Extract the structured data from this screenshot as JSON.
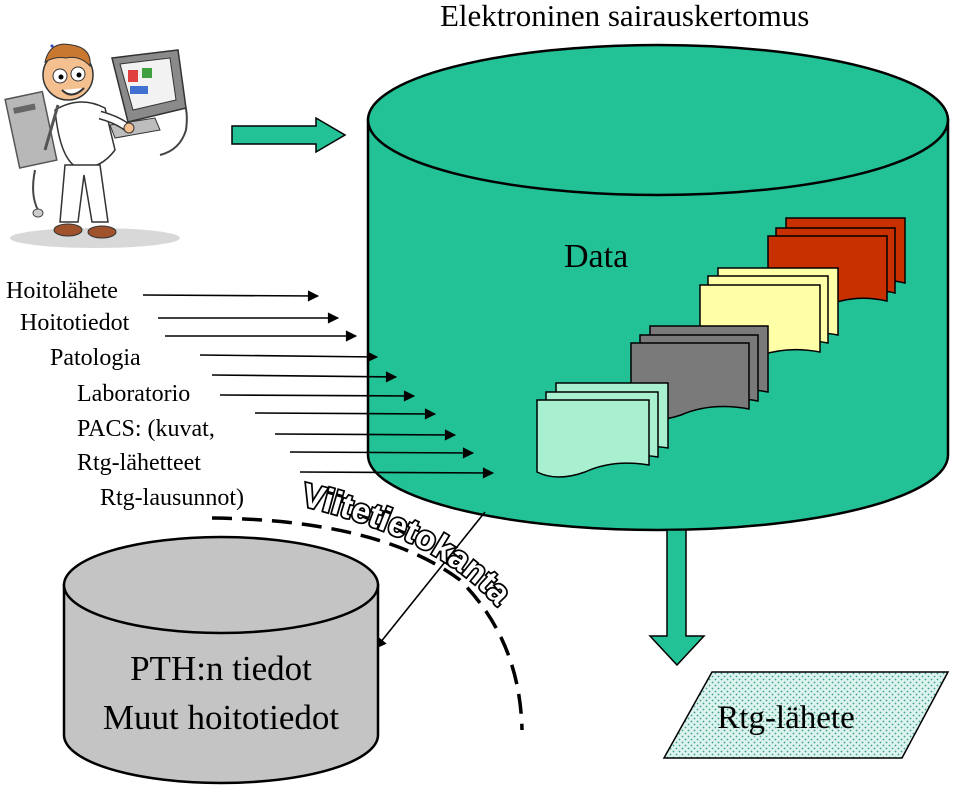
{
  "title": "Elektroninen sairauskertomus",
  "main_database": {
    "label": "Data",
    "color": "#22c196"
  },
  "input_sources": [
    "Hoitolähete",
    "Hoitotiedot",
    "Patologia",
    "Laboratorio",
    "PACS: (kuvat,",
    "Rtg-lähetteet",
    "Rtg-lausunnot)"
  ],
  "reference_db": {
    "label": "Viitetietokanta"
  },
  "archive_db": {
    "line1": "PTH:n tiedot",
    "line2": "Muut hoitotiedot",
    "color": "#c4c4c4"
  },
  "output": {
    "label": "Rtg-lähete",
    "color": "#bfe8e0"
  },
  "document_stacks": [
    {
      "color": "#e0ffe8",
      "front": "#a8f0d0"
    },
    {
      "color": "#7a7a7a",
      "front": "#7a7a7a"
    },
    {
      "color": "#ffffc0",
      "front": "#ffffa8"
    },
    {
      "color": "#d03000",
      "front": "#c83000"
    }
  ],
  "icons": {
    "user": "computer-user-icon",
    "flow_arrow": "right-arrow-icon"
  }
}
